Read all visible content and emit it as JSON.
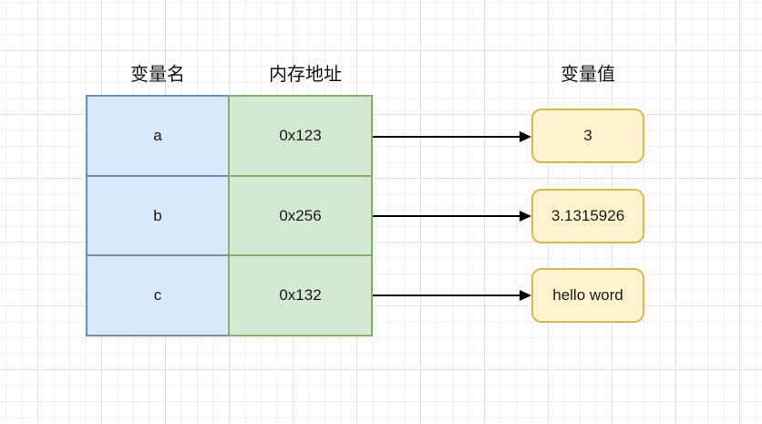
{
  "diagram": {
    "columns": [
      {
        "header": "变量名"
      },
      {
        "header": "内存地址"
      },
      {
        "header": "变量值"
      }
    ],
    "rows": [
      {
        "name": "a",
        "address": "0x123",
        "value": "3"
      },
      {
        "name": "b",
        "address": "0x256",
        "value": "3.1315926"
      },
      {
        "name": "c",
        "address": "0x132",
        "value": "hello word"
      }
    ],
    "styles": {
      "name_cell_fill": "#dae8fc",
      "name_cell_border": "#6c8ebf",
      "address_cell_fill": "#d5e8d4",
      "address_cell_border": "#82b366",
      "value_box_fill": "#fff2cc",
      "value_box_border": "#d6b656",
      "arrow_color": "#000000",
      "text_color": "#1a1a1a",
      "grid_major_color": "#e2e2e2",
      "grid_minor_color": "#f2efef"
    }
  }
}
